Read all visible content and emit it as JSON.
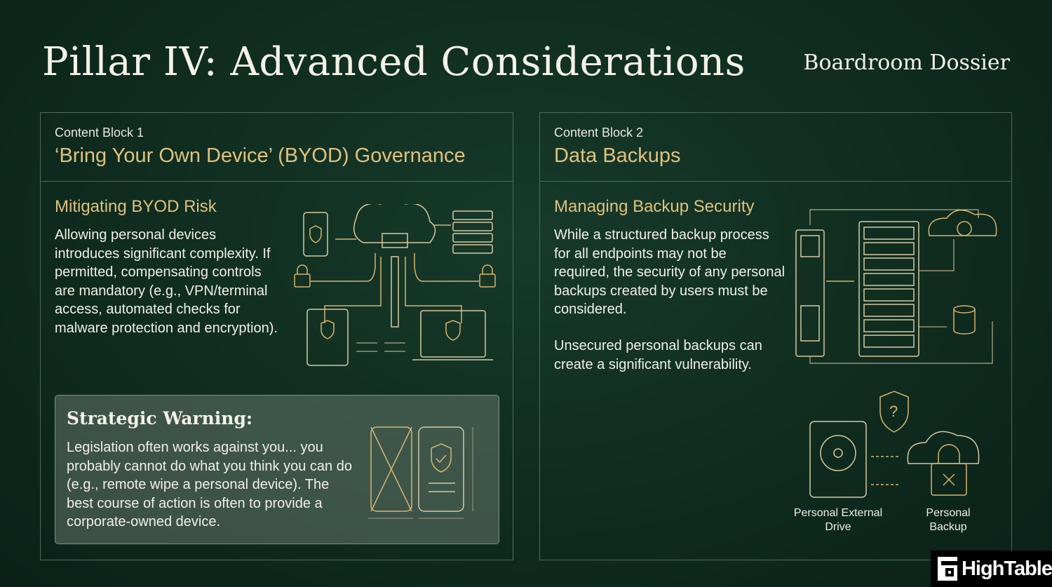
{
  "header": {
    "title": "Pillar IV: Advanced Considerations",
    "subtitle": "Boardroom Dossier"
  },
  "block1": {
    "label": "Content Block 1",
    "title": "‘Bring Your Own Device’ (BYOD) Governance",
    "heading": "Mitigating BYOD Risk",
    "body": "Allowing personal devices introduces significant complexity. If permitted, compensating controls are mandatory (e.g., VPN/terminal access, automated checks for malware protection and encryption).",
    "warning": {
      "title": "Strategic Warning:",
      "body": "Legislation often works against you... you probably cannot do what you think you can do (e.g., remote wipe a personal device). The best course of action is often to provide a corporate-owned device."
    }
  },
  "block2": {
    "label": "Content Block 2",
    "title": "Data Backups",
    "heading": "Managing Backup Security",
    "body1": "While a structured backup process for all endpoints may not be required, the security of any personal backups created by users must be considered.",
    "body2": "Unsecured personal backups can create a significant vulnerability.",
    "captions": {
      "drive": "Personal External Drive",
      "backup": "Personal Backup"
    }
  },
  "brand": {
    "name": "HighTable"
  },
  "colors": {
    "background": "#0f2c1f",
    "accent": "#e0c17e",
    "border": "#4d6b5d"
  }
}
